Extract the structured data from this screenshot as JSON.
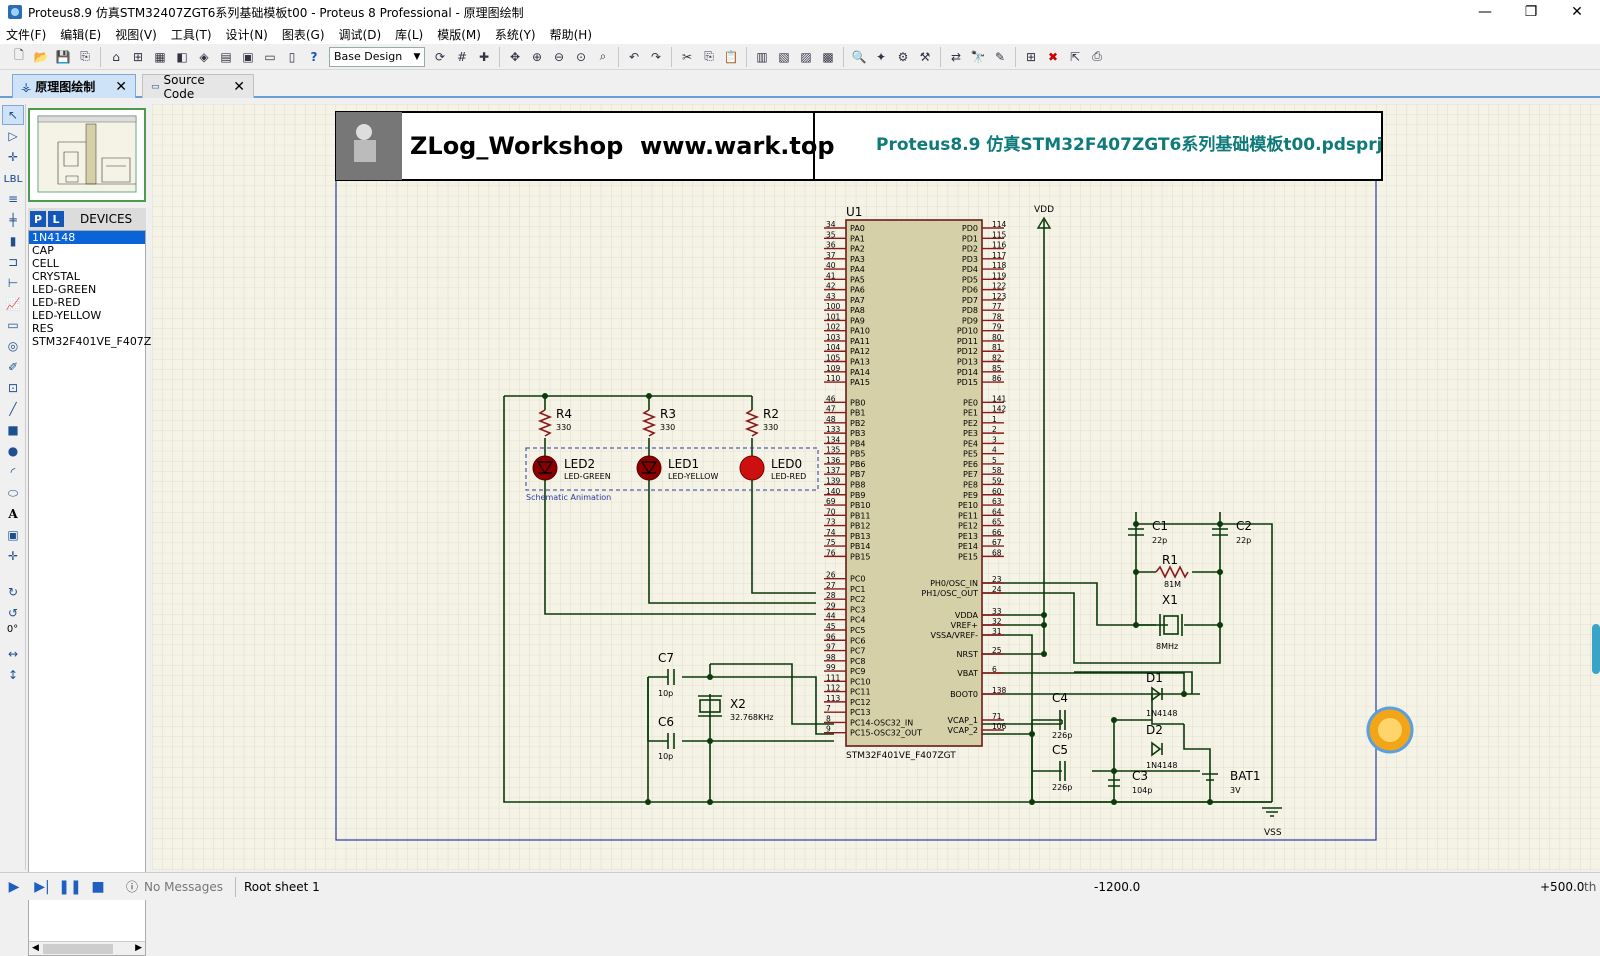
{
  "window": {
    "title": "Proteus8.9 仿真STM32407ZGT6系列基础模板t00 - Proteus 8 Professional - 原理图绘制",
    "min": "—",
    "max": "❐",
    "close": "✕"
  },
  "menu": [
    "文件(F)",
    "编辑(E)",
    "视图(V)",
    "工具(T)",
    "设计(N)",
    "图表(G)",
    "调试(D)",
    "库(L)",
    "模版(M)",
    "系统(Y)",
    "帮助(H)"
  ],
  "toolbar": {
    "design_combo": "Base Design"
  },
  "tabs": [
    {
      "label": "原理图绘制",
      "close": "✕"
    },
    {
      "label": "Source Code",
      "close": "✕"
    }
  ],
  "left_tools": {
    "angle": "0°"
  },
  "devices": {
    "p_button": "P",
    "l_button": "L",
    "header": "DEVICES",
    "items": [
      "1N4148",
      "CAP",
      "CELL",
      "CRYSTAL",
      "LED-GREEN",
      "LED-RED",
      "LED-YELLOW",
      "RES",
      "STM32F401VE_F407ZG"
    ]
  },
  "schematic": {
    "banner_left": "ZLog_Workshop  www.wark.top",
    "banner_right": "Proteus8.9 仿真STM32F407ZGT6系列基础模板t00.pdsprj",
    "mcu": {
      "ref": "U1",
      "part": "STM32F401VE_F407ZGT",
      "left_pins": [
        [
          "34",
          "PA0"
        ],
        [
          "35",
          "PA1"
        ],
        [
          "36",
          "PA2"
        ],
        [
          "37",
          "PA3"
        ],
        [
          "40",
          "PA4"
        ],
        [
          "41",
          "PA5"
        ],
        [
          "42",
          "PA6"
        ],
        [
          "43",
          "PA7"
        ],
        [
          "100",
          "PA8"
        ],
        [
          "101",
          "PA9"
        ],
        [
          "102",
          "PA10"
        ],
        [
          "103",
          "PA11"
        ],
        [
          "104",
          "PA12"
        ],
        [
          "105",
          "PA13"
        ],
        [
          "109",
          "PA14"
        ],
        [
          "110",
          "PA15"
        ],
        [
          "46",
          "PB0"
        ],
        [
          "47",
          "PB1"
        ],
        [
          "48",
          "PB2"
        ],
        [
          "133",
          "PB3"
        ],
        [
          "134",
          "PB4"
        ],
        [
          "135",
          "PB5"
        ],
        [
          "136",
          "PB6"
        ],
        [
          "137",
          "PB7"
        ],
        [
          "139",
          "PB8"
        ],
        [
          "140",
          "PB9"
        ],
        [
          "69",
          "PB10"
        ],
        [
          "70",
          "PB11"
        ],
        [
          "73",
          "PB12"
        ],
        [
          "74",
          "PB13"
        ],
        [
          "75",
          "PB14"
        ],
        [
          "76",
          "PB15"
        ],
        [
          "26",
          "PC0"
        ],
        [
          "27",
          "PC1"
        ],
        [
          "28",
          "PC2"
        ],
        [
          "29",
          "PC3"
        ],
        [
          "44",
          "PC4"
        ],
        [
          "45",
          "PC5"
        ],
        [
          "96",
          "PC6"
        ],
        [
          "97",
          "PC7"
        ],
        [
          "98",
          "PC8"
        ],
        [
          "99",
          "PC9"
        ],
        [
          "111",
          "PC10"
        ],
        [
          "112",
          "PC11"
        ],
        [
          "113",
          "PC12"
        ],
        [
          "7",
          "PC13"
        ],
        [
          "8",
          "PC14-OSC32_IN"
        ],
        [
          "9",
          "PC15-OSC32_OUT"
        ]
      ],
      "right_pins_top": [
        [
          "114",
          "PD0"
        ],
        [
          "115",
          "PD1"
        ],
        [
          "116",
          "PD2"
        ],
        [
          "117",
          "PD3"
        ],
        [
          "118",
          "PD4"
        ],
        [
          "119",
          "PD5"
        ],
        [
          "122",
          "PD6"
        ],
        [
          "123",
          "PD7"
        ],
        [
          "77",
          "PD8"
        ],
        [
          "78",
          "PD9"
        ],
        [
          "79",
          "PD10"
        ],
        [
          "80",
          "PD11"
        ],
        [
          "81",
          "PD12"
        ],
        [
          "82",
          "PD13"
        ],
        [
          "85",
          "PD14"
        ],
        [
          "86",
          "PD15"
        ],
        [
          "141",
          "PE0"
        ],
        [
          "142",
          "PE1"
        ],
        [
          "1",
          "PE2"
        ],
        [
          "2",
          "PE3"
        ],
        [
          "3",
          "PE4"
        ],
        [
          "4",
          "PE5"
        ],
        [
          "5",
          "PE6"
        ],
        [
          "58",
          "PE7"
        ],
        [
          "59",
          "PE8"
        ],
        [
          "60",
          "PE9"
        ],
        [
          "63",
          "PE10"
        ],
        [
          "64",
          "PE11"
        ],
        [
          "65",
          "PE12"
        ],
        [
          "66",
          "PE13"
        ],
        [
          "67",
          "PE14"
        ],
        [
          "68",
          "PE15"
        ]
      ],
      "right_pins_bottom": [
        [
          "23",
          "PH0/OSC_IN"
        ],
        [
          "24",
          "PH1/OSC_OUT"
        ],
        [
          "33",
          "VDDA"
        ],
        [
          "32",
          "VREF+"
        ],
        [
          "31",
          "VSSA/VREF-"
        ],
        [
          "25",
          "NRST"
        ],
        [
          "6",
          "VBAT"
        ],
        [
          "138",
          "BOOT0"
        ],
        [
          "71",
          "VCAP_1"
        ],
        [
          "106",
          "VCAP_2"
        ]
      ]
    },
    "parts": {
      "r4": {
        "ref": "R4",
        "val": "330"
      },
      "r3": {
        "ref": "R3",
        "val": "330"
      },
      "r2": {
        "ref": "R2",
        "val": "330"
      },
      "led2": {
        "ref": "LED2",
        "val": "LED-GREEN"
      },
      "led1": {
        "ref": "LED1",
        "val": "LED-YELLOW"
      },
      "led0": {
        "ref": "LED0",
        "val": "LED-RED"
      },
      "anim": "Schematic Animation",
      "c7": {
        "ref": "C7",
        "val": "10p"
      },
      "c6": {
        "ref": "C6",
        "val": "10p"
      },
      "x2": {
        "ref": "X2",
        "val": "32.768KHz"
      },
      "c1": {
        "ref": "C1",
        "val": "22p"
      },
      "c2": {
        "ref": "C2",
        "val": "22p"
      },
      "r1": {
        "ref": "R1",
        "val": "81M"
      },
      "x1": {
        "ref": "X1",
        "val": "8MHz"
      },
      "d1": {
        "ref": "D1",
        "val": "1N4148"
      },
      "d2": {
        "ref": "D2",
        "val": "1N4148"
      },
      "c4": {
        "ref": "C4",
        "val": "226p"
      },
      "c5": {
        "ref": "C5",
        "val": "226p"
      },
      "c3": {
        "ref": "C3",
        "val": "104p"
      },
      "bat1": {
        "ref": "BAT1",
        "val": "3V"
      },
      "vdd": "VDD",
      "vss": "VSS"
    }
  },
  "status": {
    "messages": "No Messages",
    "sheet": "Root sheet 1",
    "x": "-1200.0",
    "y": "+500.0",
    "unit": "th"
  },
  "colors": {
    "sheet": "#f5f3e6",
    "grid": "#c9c9b8",
    "wire": "#0b3a0b",
    "mcu_fill": "#d6d0a8",
    "pin": "#8b1a1a",
    "title_text": "#0f7a7a",
    "led_red": "#cc1010"
  }
}
